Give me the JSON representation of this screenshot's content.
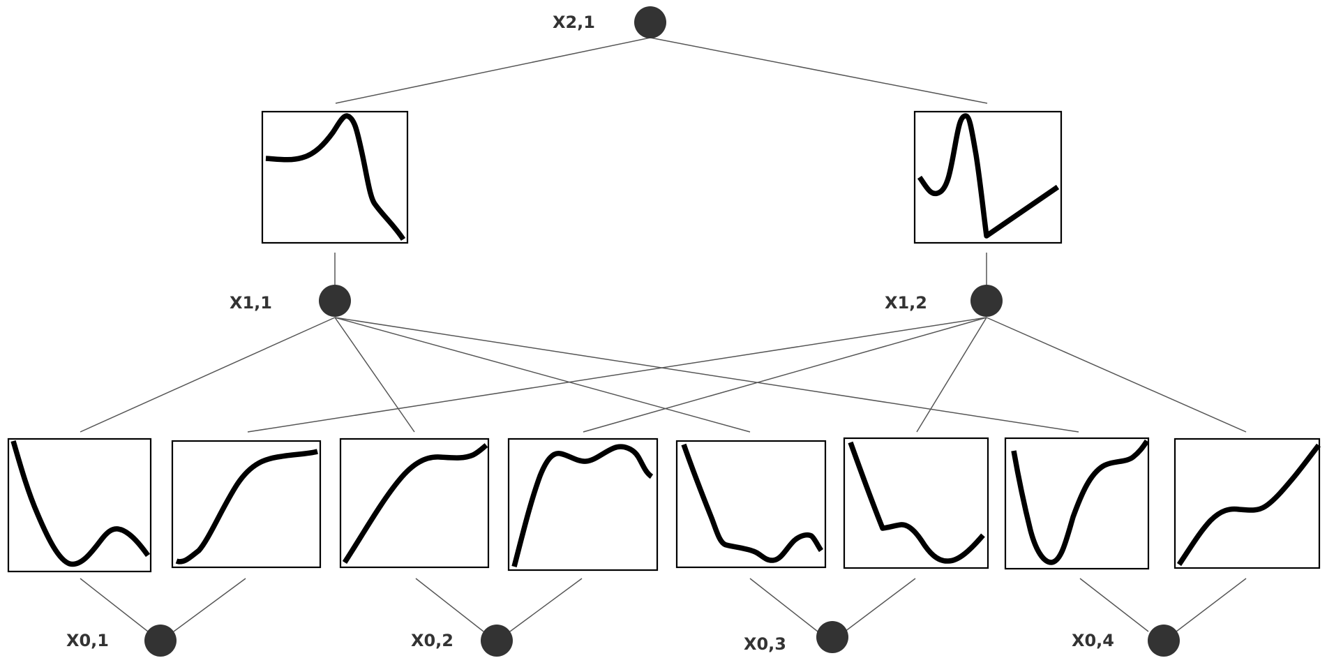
{
  "diagram": {
    "nodes": {
      "x2_1": {
        "label": "X2,1"
      },
      "x1_1": {
        "label": "X1,1"
      },
      "x1_2": {
        "label": "X1,2"
      },
      "x0_1": {
        "label": "X0,1"
      },
      "x0_2": {
        "label": "X0,2"
      },
      "x0_3": {
        "label": "X0,3"
      },
      "x0_4": {
        "label": "X0,4"
      }
    },
    "colors": {
      "node": "#333333",
      "edge": "#555555",
      "curve": "#000000"
    }
  }
}
